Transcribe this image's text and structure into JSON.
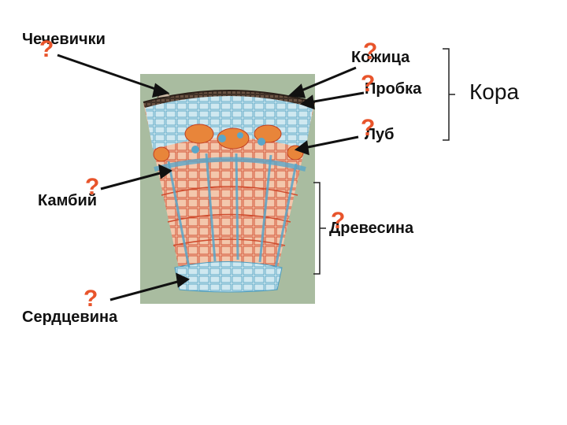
{
  "labels": {
    "lenticels": "Чечевички",
    "epidermis": "Кожица",
    "cork": "Пробка",
    "bark": "Кора",
    "phloem": "Луб",
    "cambium": "Камбий",
    "wood": "Древесина",
    "pith": "Сердцевина"
  },
  "question_mark": "?",
  "colors": {
    "question": "#e8542b",
    "panel": "#a9bca0",
    "cells_blue": "#bfe0ec",
    "cells_orange": "#f3c7ac",
    "cell_line": "#d35233",
    "cork": "#4d3b2e",
    "bracket": "#222222"
  }
}
